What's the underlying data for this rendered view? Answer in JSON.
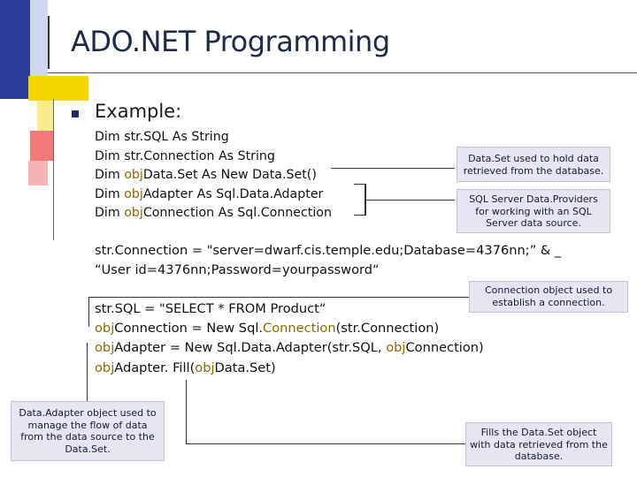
{
  "slide": {
    "title": "ADO.NET Programming",
    "bullet": "Example:"
  },
  "declarations": [
    [
      "Dim str.SQL As String"
    ],
    [
      "Dim str.Connection As String"
    ],
    [
      "Dim ",
      "obj",
      "Data.Set As New Data.Set()"
    ],
    [
      "Dim ",
      "obj",
      "Adapter As Sql.Data.Adapter"
    ],
    [
      "Dim ",
      "obj",
      "Connection As Sql.Connection"
    ]
  ],
  "connection_line1": "str.Connection = \"server=dwarf.cis.temple.edu;Database=4376nn;” & _",
  "connection_line2": "“User id=4376nn;Password=yourpassword“",
  "sql_line": "str.SQL = \"SELECT * FROM Product“",
  "code_lines": [
    {
      "a": "obj",
      "b": "Connection = New Sql.",
      "c": "Connection",
      "d": "(str.Connection)"
    },
    {
      "a": "obj",
      "b": "Adapter = New Sql.Data.Adapter(str.SQL, ",
      "c": "obj",
      "d": "Connection)"
    },
    {
      "a": "obj",
      "b": "Adapter. Fill(",
      "c": "obj",
      "d": "Data.Set)"
    }
  ],
  "callouts": {
    "dataset": "Data.Set used to hold data retrieved from the database.",
    "providers": "SQL Server Data.Providers for working with an SQL Server data source.",
    "connection": "Connection object used to establish a connection.",
    "adapter": "Data.Adapter object used to manage the flow of data from the data source to the Data.Set.",
    "fill": "Fills the Data.Set object with data retrieved from the database."
  },
  "colors": {
    "title": "#1f2a44",
    "bullet": "#1f2a66",
    "highlight": "#8a6a00",
    "callout_bg": "#e6e6f2",
    "deco_blue": "#2c3e9c",
    "deco_yellow": "#f5d800",
    "deco_red": "#e84a4a"
  }
}
